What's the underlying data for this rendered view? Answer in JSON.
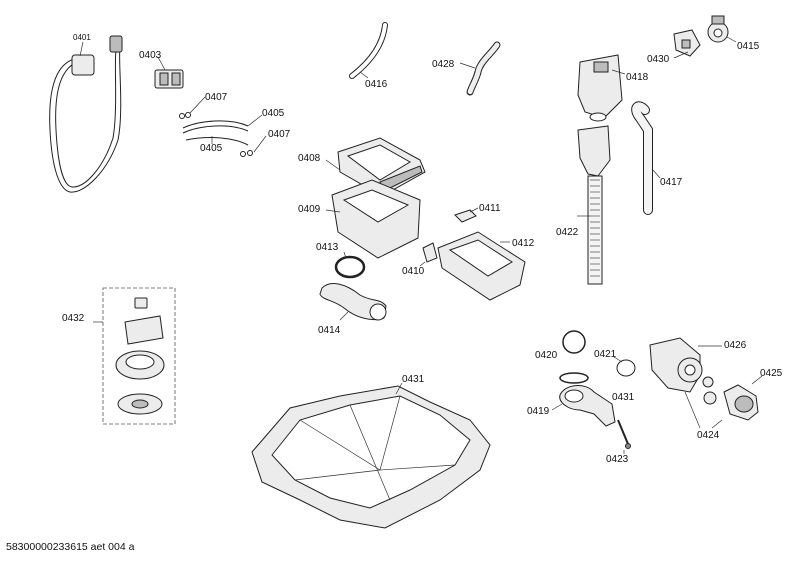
{
  "diagram": {
    "labels": {
      "p0401": "0401",
      "p0403": "0403",
      "p0407a": "0407",
      "p0405a": "0405",
      "p0405b": "0405",
      "p0407b": "0407",
      "p0416": "0416",
      "p0428": "0428",
      "p0418": "0418",
      "p0430": "0430",
      "p0415": "0415",
      "p0408": "0408",
      "p0409": "0409",
      "p0411": "0411",
      "p0412": "0412",
      "p0413": "0413",
      "p0410": "0410",
      "p0414": "0414",
      "p0422": "0422",
      "p0417": "0417",
      "p0432": "0432",
      "p0420": "0420",
      "p0421": "0421",
      "p0426": "0426",
      "p0425": "0425",
      "p0431a": "0431",
      "p0431b": "0431",
      "p0419": "0419",
      "p0424": "0424",
      "p0423": "0423"
    },
    "footer": "58300000233615 aet 004 a"
  }
}
